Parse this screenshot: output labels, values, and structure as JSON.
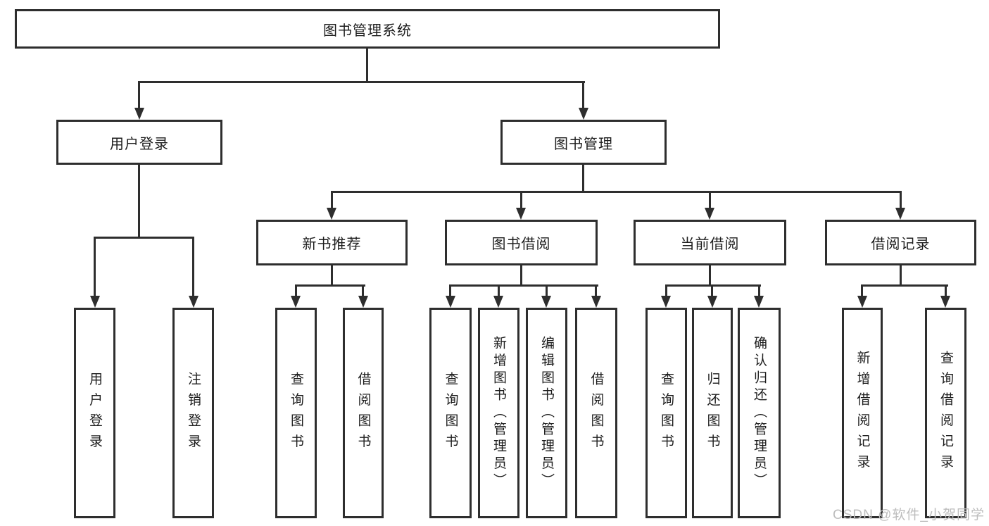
{
  "diagram": {
    "type": "tree",
    "root": {
      "label": "图书管理系统"
    },
    "branches": {
      "user_login": {
        "label": "用户登录"
      },
      "book_mgmt": {
        "label": "图书管理"
      }
    },
    "modules": {
      "new_rec": {
        "label": "新书推荐"
      },
      "borrow": {
        "label": "图书借阅"
      },
      "current": {
        "label": "当前借阅"
      },
      "records": {
        "label": "借阅记录"
      }
    },
    "leaves": {
      "login": {
        "label": "用户登录",
        "parent": "用户登录"
      },
      "logout": {
        "label": "注销登录",
        "parent": "用户登录"
      },
      "rec_query": {
        "label": "查询图书",
        "parent": "新书推荐"
      },
      "rec_borrow": {
        "label": "借阅图书",
        "parent": "新书推荐"
      },
      "bor_query": {
        "label": "查询图书",
        "parent": "图书借阅"
      },
      "bor_add": {
        "label": "新增图书（管理员）",
        "parent": "图书借阅"
      },
      "bor_edit": {
        "label": "编辑图书（管理员）",
        "parent": "图书借阅"
      },
      "bor_borrow": {
        "label": "借阅图书",
        "parent": "图书借阅"
      },
      "cur_query": {
        "label": "查询图书",
        "parent": "当前借阅"
      },
      "cur_return": {
        "label": "归还图书",
        "parent": "当前借阅"
      },
      "cur_confirm": {
        "label": "确认归还（管理员）",
        "parent": "当前借阅"
      },
      "log_add": {
        "label": "新增借阅记录",
        "parent": "借阅记录"
      },
      "log_query": {
        "label": "查询借阅记录",
        "parent": "借阅记录"
      }
    },
    "colors": {
      "line": "#2e2e2e",
      "text": "#1d1d1d",
      "box_fill": "#ffffff",
      "watermark": "#bdbdbd"
    }
  },
  "watermark": {
    "text": "CSDN @软件_小贺同学"
  }
}
